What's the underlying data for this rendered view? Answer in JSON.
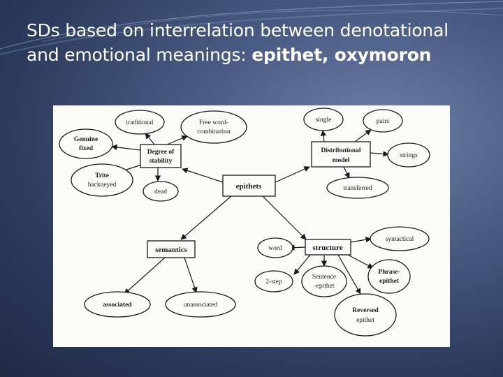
{
  "slide": {
    "title_line1": "SDs based on interrelation between  denotational",
    "title_line2_plain": "and emotional meanings: ",
    "title_line2_bold": "epithet, oxymoron"
  },
  "diagram": {
    "nodes": {
      "traditional": "traditional",
      "free_word_1": "Free word-",
      "free_word_2": "combination",
      "genuine_1": "Genuine",
      "genuine_2": "fixed",
      "degree_1": "Degree of",
      "degree_2": "stability",
      "trite_1": "Trite",
      "trite_2": "hackneyed",
      "dead": "dead",
      "epithets": "epithets",
      "single": "single",
      "pairs": "pairs",
      "distributional_1": "Distributional",
      "distributional_2": "model",
      "strings": "strings",
      "transferred": "transferred",
      "semantics": "semantics",
      "word": "word",
      "structure": "structure",
      "syntactical": "syntactical",
      "two_step": "2-step",
      "sentence_1": "Sentence",
      "sentence_2": "-epithet",
      "phrase_1": "Phrase-",
      "phrase_2": "epithet",
      "associated": "associated",
      "unassociated": "unassociated",
      "reversed_1": "Reversed",
      "reversed_2": "epithet"
    }
  }
}
